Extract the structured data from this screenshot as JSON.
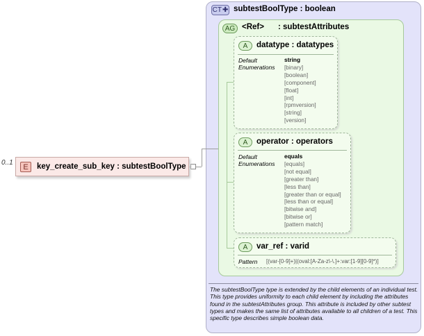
{
  "element": {
    "badge": "E",
    "name": "key_create_sub_key : subtestBoolType",
    "occurrence": "0..1"
  },
  "complex_type": {
    "badge": "CT",
    "name": "subtestBoolType : boolean",
    "documentation": "The subtestBoolType type is extended by the child elements of an individual test.  This type provides uniformity to each child element by including the attributes found in the subtestAttributes group.  This attribute is included by other subtest types and makes the same list of attributes available to all children of a test.  This specific type describes simple boolean data."
  },
  "attribute_group": {
    "badge": "AG",
    "ref": "<Ref>",
    "name": ": subtestAttributes"
  },
  "attributes": [
    {
      "badge": "A",
      "title": "datatype  : datatypes",
      "default_label": "Default",
      "enum_label": "Enumerations",
      "default_value": "string",
      "enumerations": [
        "[binary]",
        "[boolean]",
        "[component]",
        "[float]",
        "[int]",
        "[rpmversion]",
        "[string]",
        "[version]"
      ]
    },
    {
      "badge": "A",
      "title": "operator  : operators",
      "default_label": "Default",
      "enum_label": "Enumerations",
      "default_value": "equals",
      "enumerations": [
        "[equals]",
        "[not equal]",
        "[greater than]",
        "[less than]",
        "[greater than or equal]",
        "[less than or equal]",
        "[bitwise and]",
        "[bitwise or]",
        "[pattern match]"
      ]
    },
    {
      "badge": "A",
      "title": "var_ref    : varid",
      "pattern_label": "Pattern",
      "pattern_value": "[(var-[0-9]+)|(oval:[A-Za-z\\-\\.]+:var:[1-9][0-9]*)]"
    }
  ]
}
